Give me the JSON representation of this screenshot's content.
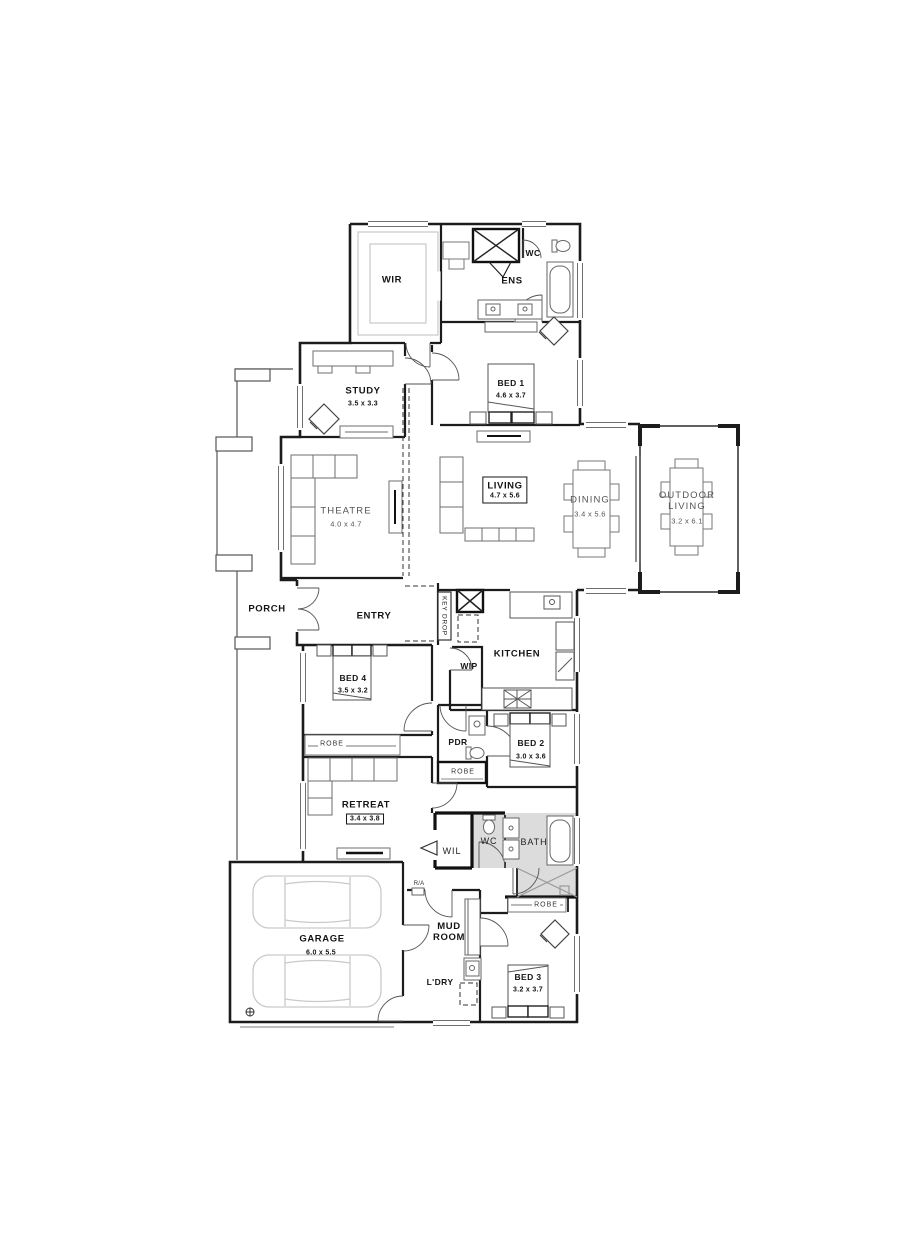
{
  "rooms": {
    "wir": {
      "label": "WIR"
    },
    "wc_ens": {
      "label": "WC"
    },
    "ens": {
      "label": "ENS"
    },
    "bed1": {
      "label": "BED 1",
      "dims": "4.6 x 3.7"
    },
    "study": {
      "label": "STUDY",
      "dims": "3.5 x 3.3"
    },
    "theatre": {
      "label": "THEATRE",
      "dims": "4.0 x 4.7"
    },
    "living": {
      "label": "LIVING",
      "dims": "4.7 x 5.6"
    },
    "dining": {
      "label": "DINING",
      "dims": "3.4 x 5.6"
    },
    "outdoor_living": {
      "label": "OUTDOOR LIVING",
      "dims": "3.2 x 6.1"
    },
    "porch": {
      "label": "PORCH"
    },
    "entry": {
      "label": "ENTRY"
    },
    "key_drop": {
      "label": "KEY DROP"
    },
    "kitchen": {
      "label": "KITCHEN"
    },
    "wip": {
      "label": "WIP"
    },
    "bed4": {
      "label": "BED 4",
      "dims": "3.5 x 3.2"
    },
    "robe_bed4": {
      "label": "ROBE"
    },
    "pdr": {
      "label": "PDR"
    },
    "bed2": {
      "label": "BED 2",
      "dims": "3.0 x 3.6"
    },
    "robe_hall": {
      "label": "ROBE"
    },
    "retreat": {
      "label": "RETREAT",
      "dims": "3.4 x 3.8"
    },
    "wil": {
      "label": "WIL"
    },
    "wc_main": {
      "label": "WC"
    },
    "bath": {
      "label": "BATH"
    },
    "robe_bed3": {
      "label": "ROBE"
    },
    "ra": {
      "label": "R/A"
    },
    "garage": {
      "label": "GARAGE",
      "dims": "6.0 x 5.5"
    },
    "mud_room": {
      "label": "MUD ROOM"
    },
    "ldry": {
      "label": "L'DRY"
    },
    "bed3": {
      "label": "BED 3",
      "dims": "3.2 x 3.7"
    }
  },
  "colors": {
    "wall": "#1c1c1c",
    "furniture_line": "#6e6e6e",
    "faint_line": "#c9c9c9",
    "wet_area_fill": "#dcdcdc",
    "window_line": "#6f6f6f"
  }
}
